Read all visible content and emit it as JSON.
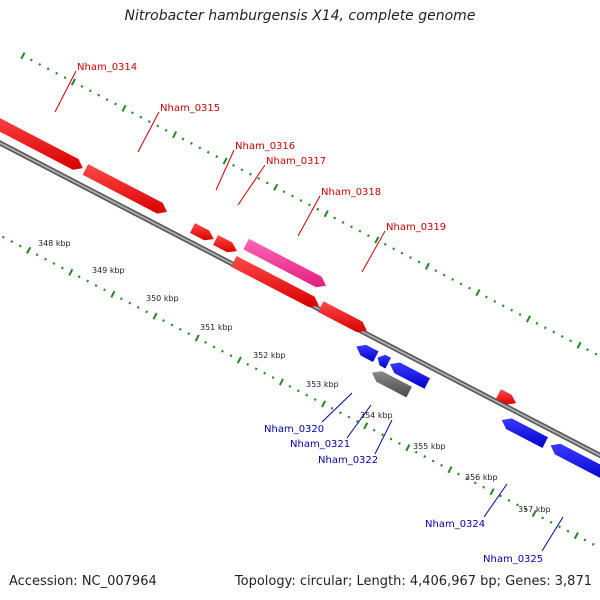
{
  "title": "Nitrobacter hamburgensis X14, complete genome",
  "footer": {
    "accession": "Accession: NC_007964",
    "topology": "Topology: circular; Length: 4,406,967 bp; Genes: 3,871"
  },
  "colors": {
    "forward_gene": "#ff0000",
    "reverse_gene": "#0000ff",
    "rna_gene": "#ff3399",
    "other_feature": "#666666",
    "backbone": "#888888",
    "gc_dots": "#228822",
    "label_forward": "#cc0000",
    "label_reverse": "#0000aa"
  },
  "scale_labels": [
    "348 kbp",
    "349 kbp",
    "350 kbp",
    "351 kbp",
    "352 kbp",
    "353 kbp",
    "354 kbp",
    "355 kbp",
    "356 kbp",
    "357 kbp"
  ],
  "gene_labels_forward": [
    "Nham_0314",
    "Nham_0315",
    "Nham_0316",
    "Nham_0317",
    "Nham_0318",
    "Nham_0319"
  ],
  "gene_labels_reverse": [
    "Nham_0320",
    "Nham_0321",
    "Nham_0322",
    "Nham_0324",
    "Nham_0325"
  ]
}
